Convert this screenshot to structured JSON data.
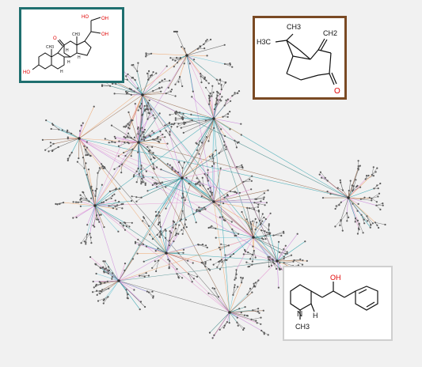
{
  "palette": {
    "edges": [
      "#1a9aa6",
      "#e48fcf",
      "#f0a060",
      "#8a5a3a",
      "#6ec6d6",
      "#555555",
      "#2e7d7d",
      "#c77dd9"
    ],
    "node": "#5a5a5a",
    "background": "#f1f1f1",
    "frame_steroid": "#1f6f6f",
    "frame_pinane": "#7a4a24",
    "frame_amine": "#cfcfcf",
    "hetero_atom": "#e00000"
  },
  "molecules": {
    "steroid": {
      "labels": {
        "ho_top": "HO",
        "oh_top": "OH",
        "oh_ring": "OH",
        "ketone_o": "O",
        "me1": "CH3",
        "me2": "CH3",
        "h1": "H",
        "h2": "H",
        "h3": "H",
        "h4": "H",
        "ho_left": "HO"
      }
    },
    "pinane": {
      "labels": {
        "h3c": "H3C",
        "ch3": "CH3",
        "ch2": "CH2",
        "o": "O"
      }
    },
    "amine": {
      "labels": {
        "oh": "OH",
        "n": "N",
        "h": "H",
        "me": "CH3"
      }
    }
  }
}
